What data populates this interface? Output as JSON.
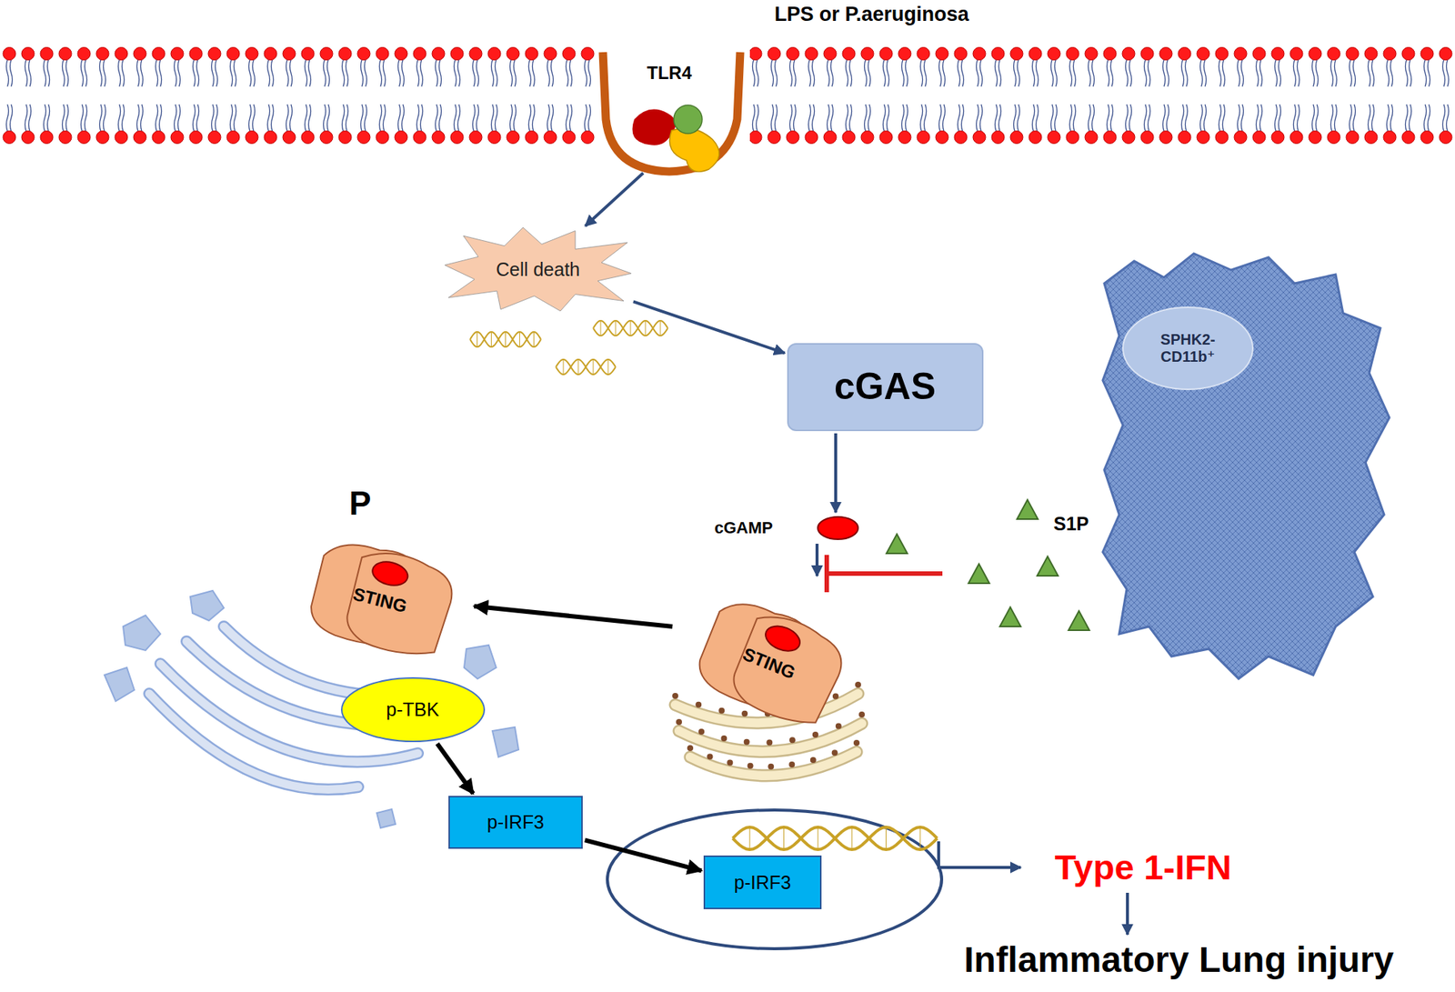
{
  "diagram": {
    "nodes": [
      {
        "text": [
          "TLR4"
        ]
      },
      {
        "text": [
          "Cell death"
        ]
      },
      {
        "text": [
          "cGAS"
        ]
      },
      {
        "text": [
          "cGAMP"
        ]
      },
      {
        "text": [
          "SPHK2- CD11b⁺"
        ]
      },
      {
        "text": [
          "STING"
        ]
      },
      {
        "text": [
          "STING"
        ]
      },
      {
        "text": [
          "p-TBK"
        ]
      },
      {
        "text": [
          "p-IRF3"
        ]
      },
      {
        "text": [
          "p-IRF3"
        ]
      },
      {
        "text": [
          "Type 1-IFN"
        ]
      },
      {
        "text": [
          "Inflammatory Lung injury"
        ]
      }
    ],
    "edges": [
      {
        "from": 0,
        "to": 1,
        "arrow": "to"
      },
      {
        "from": 1,
        "to": 2,
        "arrow": "to"
      },
      {
        "from": 2,
        "to": 3,
        "arrow": "to"
      },
      {
        "from": 3,
        "to": 6,
        "arrow": "to"
      },
      {
        "from": 6,
        "to": 5,
        "arrow": "to"
      },
      {
        "from": 7,
        "to": 8,
        "arrow": "to"
      },
      {
        "from": 8,
        "to": 9,
        "arrow": "to"
      },
      {
        "from": 10,
        "to": 11,
        "arrow": "to"
      }
    ],
    "labels": [
      "LPS or P.aeruginosa",
      "P",
      "S1P"
    ]
  }
}
